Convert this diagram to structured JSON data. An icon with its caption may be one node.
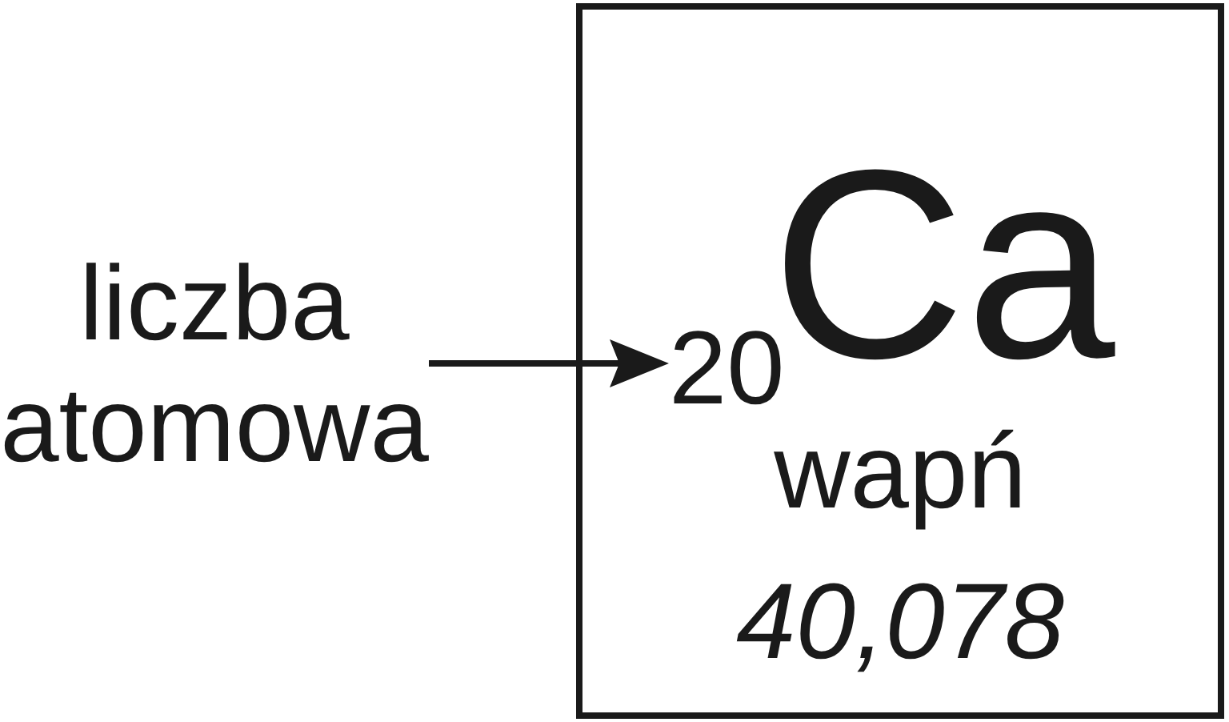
{
  "diagram": {
    "nodes": [
      {
        "text": [
          "liczba atomowa"
        ]
      },
      {
        "text": [
          "Ca",
          "wapń",
          "40,078"
        ]
      },
      {
        "text": [
          "20"
        ],
        "in": 1
      }
    ],
    "edges": [
      {
        "from": 0,
        "to": 2,
        "arrow": "to"
      }
    ]
  }
}
